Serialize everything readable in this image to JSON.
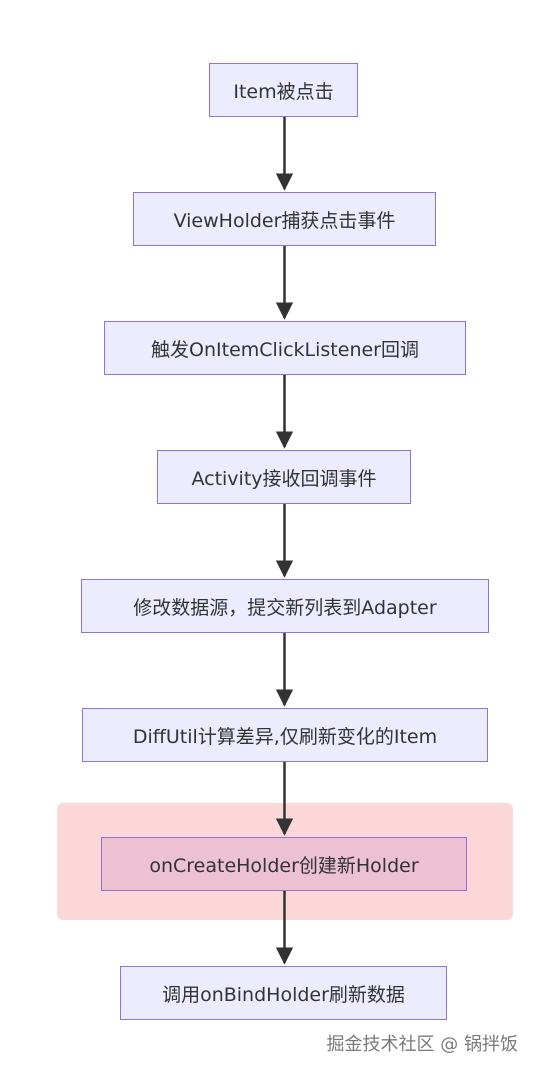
{
  "flowchart": {
    "nodes": [
      {
        "id": "n1",
        "label": "Item被点击"
      },
      {
        "id": "n2",
        "label": "ViewHolder捕获点击事件"
      },
      {
        "id": "n3",
        "label": "触发OnItemClickListener回调"
      },
      {
        "id": "n4",
        "label": "Activity接收回调事件"
      },
      {
        "id": "n5",
        "label": "修改数据源，提交新列表到Adapter"
      },
      {
        "id": "n6",
        "label": "DiffUtil计算差异,仅刷新变化的Item"
      },
      {
        "id": "n7",
        "label": "onCreateHolder创建新Holder",
        "highlighted": true
      },
      {
        "id": "n8",
        "label": "调用onBindHolder刷新数据"
      }
    ],
    "edges": [
      {
        "from": "n1",
        "to": "n2"
      },
      {
        "from": "n2",
        "to": "n3"
      },
      {
        "from": "n3",
        "to": "n4"
      },
      {
        "from": "n4",
        "to": "n5"
      },
      {
        "from": "n5",
        "to": "n6"
      },
      {
        "from": "n6",
        "to": "n7"
      },
      {
        "from": "n7",
        "to": "n8"
      }
    ]
  },
  "colors": {
    "node_fill": "#ececff",
    "node_border": "#9370db",
    "highlight_region": "#f8bec0",
    "highlighted_node_fill": "#ecc1d2",
    "arrow": "#333333"
  },
  "watermark": "掘金技术社区 @ 锅拌饭"
}
